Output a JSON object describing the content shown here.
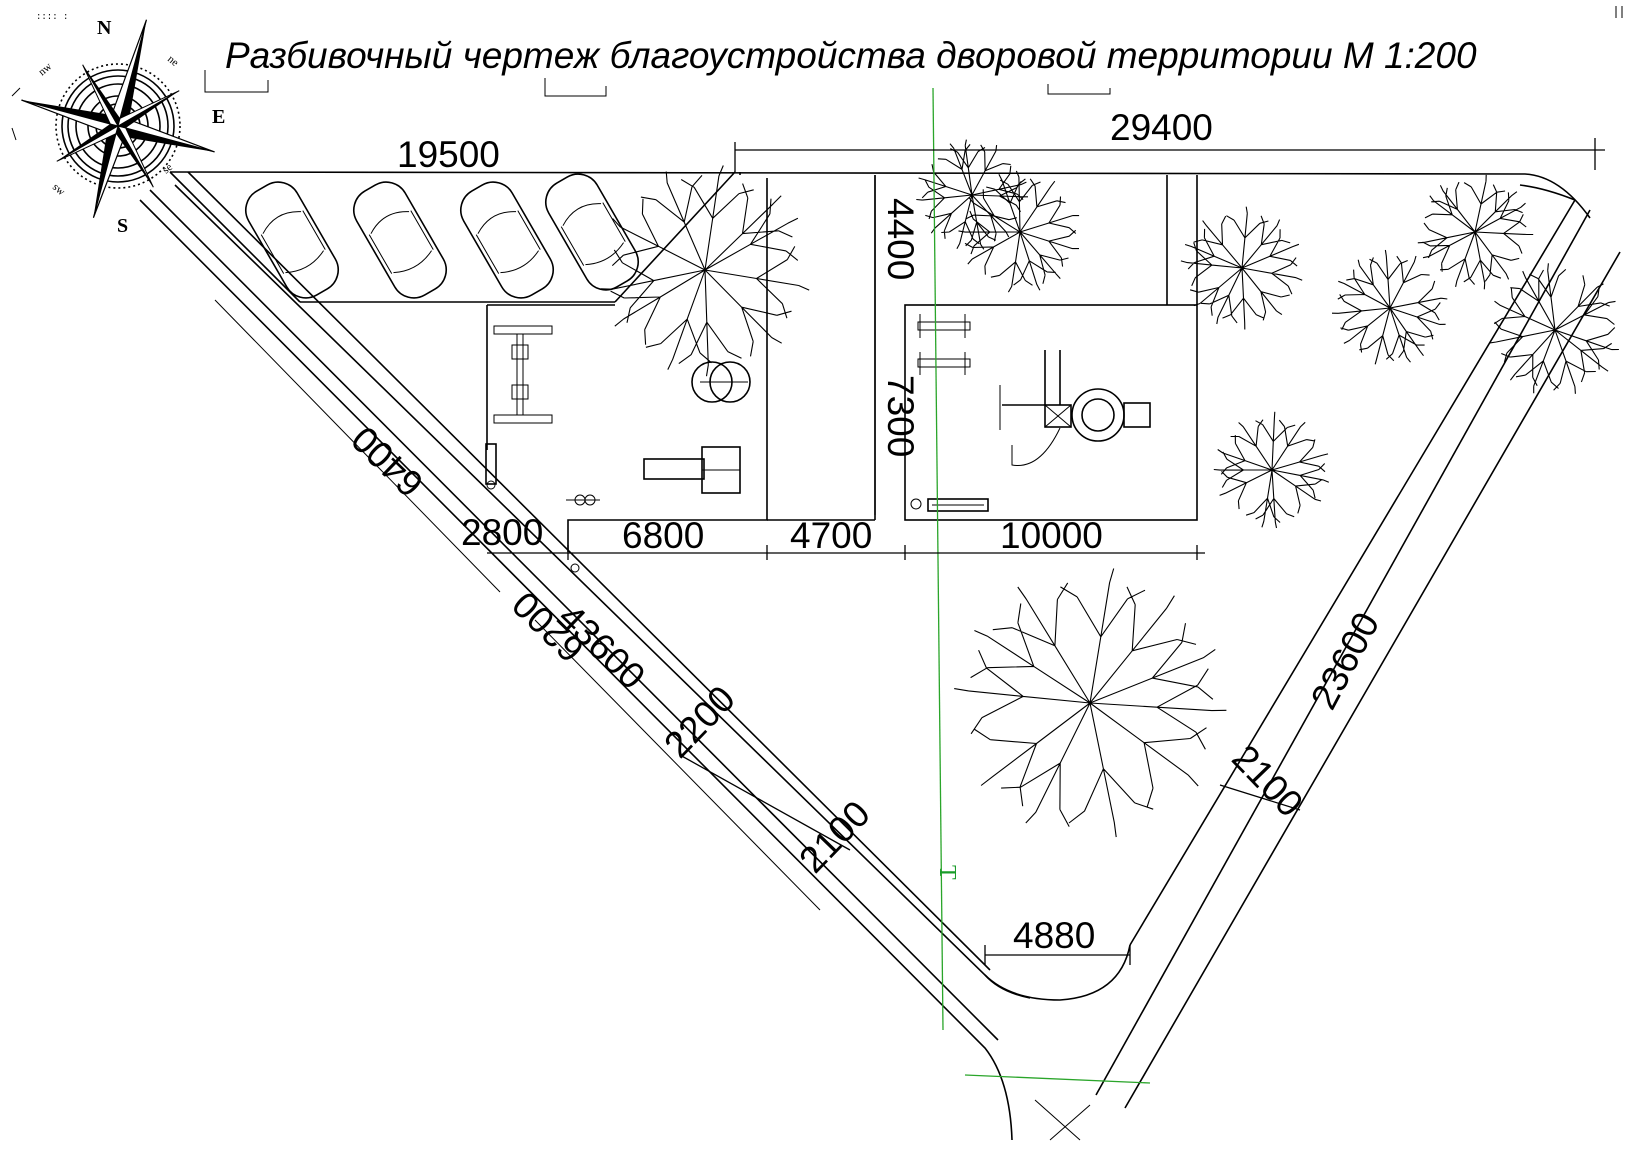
{
  "title": "Разбивочный чертеж благоустройства дворовой территории М 1:200",
  "compass": {
    "north": "N",
    "south": "S",
    "east": "E",
    "northwest": "nw",
    "northeast": "ne",
    "southwest": "sw",
    "southeast": "se"
  },
  "dimensions": {
    "top_left": "19500",
    "top_right": "29400",
    "vertical_upper": "4400",
    "vertical_lower": "7300",
    "row_a": "2800",
    "row_b": "6800",
    "row_c": "4700",
    "row_d": "10000",
    "diagonal_long": "43600",
    "diagonal_offset_1": "2200",
    "diagonal_offset_2": "2100",
    "right_long": "23600",
    "right_offset": "2100",
    "bottom": "4880",
    "mirrored_1": "6400",
    "mirrored_2": "6200"
  },
  "marker": "T",
  "tree_count": 9,
  "car_count": 4
}
